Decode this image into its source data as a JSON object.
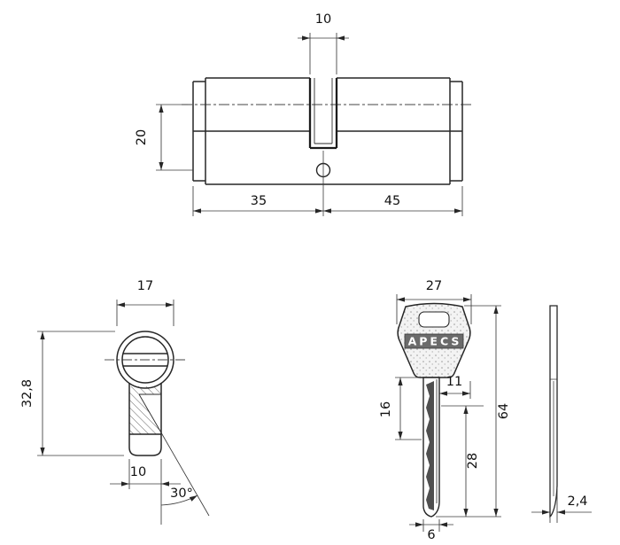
{
  "cylinder_side": {
    "cam_width": "10",
    "axis_to_screw": "20",
    "half_a": "35",
    "half_b": "45"
  },
  "cylinder_face": {
    "diameter": "17",
    "height": "32,8",
    "stem_width": "10",
    "angle": "30°"
  },
  "key_front": {
    "brand": "APECS",
    "head_width": "27",
    "head_side": "11",
    "shoulder_to_cut": "16",
    "bitting_length": "28",
    "key_length": "64",
    "tip_width": "6"
  },
  "key_side": {
    "thickness": "2,4"
  }
}
